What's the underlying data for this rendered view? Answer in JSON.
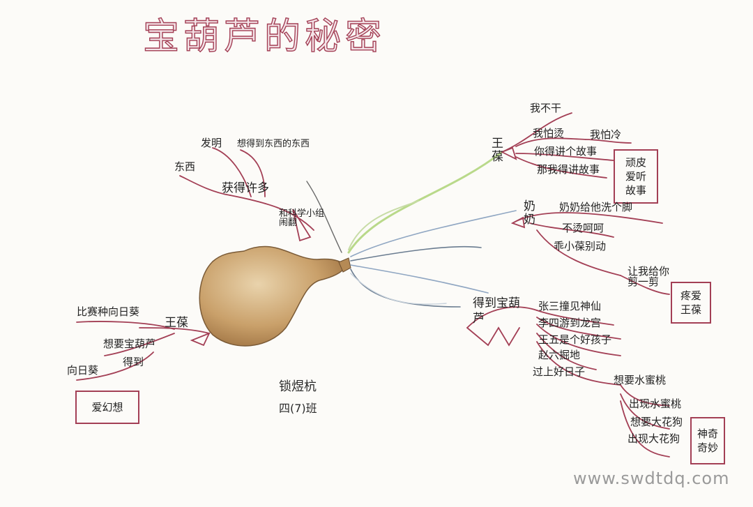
{
  "title": "宝葫芦的秘密",
  "author": "锁煜杭",
  "class_name": "四(7)班",
  "watermark": "www.swdtdq.com",
  "branches": {
    "upper_left": {
      "main": "获得许多",
      "sub": "和科学小组闹翻",
      "leaves": [
        "发明",
        "想得到东西的东西",
        "东西"
      ]
    },
    "lower_left": {
      "root": "王葆",
      "leaves": [
        "比赛种向日葵",
        "想要宝葫芦",
        "得到",
        "向日葵"
      ],
      "box": "爱幻想"
    },
    "upper_right": {
      "root": "王葆",
      "leaves": [
        "我不干",
        "我怕烫",
        "我怕冷",
        "你得讲个故事",
        "那我得讲故事"
      ],
      "box": [
        "顽皮",
        "爱听",
        "故事"
      ]
    },
    "middle_right": {
      "root": "奶奶",
      "leaves": [
        "奶奶给他洗个脚",
        "不烫呵呵",
        "乖小葆别动",
        "让我给你剪一剪"
      ],
      "box": [
        "疼爱",
        "王葆"
      ]
    },
    "lower_right": {
      "root": "得到宝葫芦",
      "leaves": [
        "张三撞见神仙",
        "李四游到龙宫",
        "王五是个好孩子",
        "赵六掘地",
        "过上好日子",
        "想要水蜜桃",
        "出现水蜜桃",
        "想要大花狗",
        "出现大花狗"
      ],
      "box": [
        "神奇",
        "奇妙"
      ]
    }
  },
  "colors": {
    "branch": "#a33f55",
    "gourd": "#c9a06a",
    "stem_green": "#b9d98a",
    "stem_blue": "#8fa6c2"
  }
}
